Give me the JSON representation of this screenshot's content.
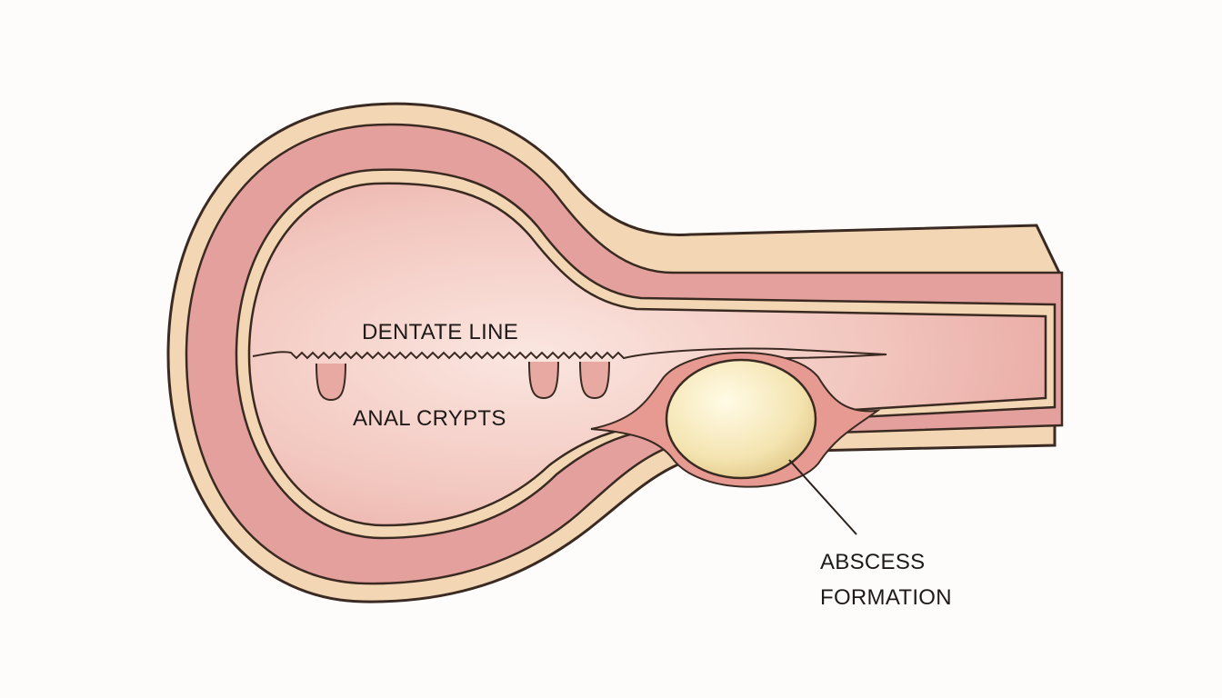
{
  "diagram": {
    "labels": {
      "dentate_line": "DENTATE LINE",
      "anal_crypts": "ANAL CRYPTS",
      "abscess_line1": "ABSCESS",
      "abscess_line2": "FORMATION"
    },
    "colors": {
      "outer_band": "#f3d7b5",
      "muscle": "#e3a09c",
      "lumen": "#f1c4bc",
      "abscess": "#f7ecc2",
      "outline": "#3a2a22"
    }
  }
}
